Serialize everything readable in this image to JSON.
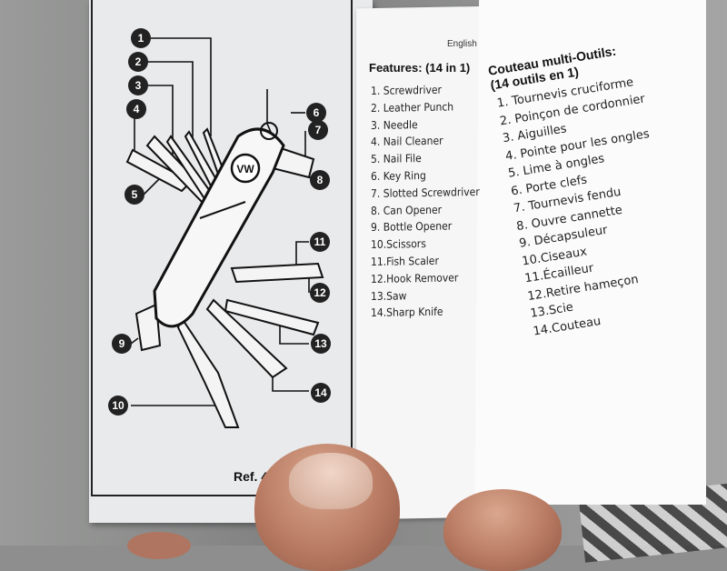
{
  "diagram": {
    "callouts": [
      "1",
      "2",
      "3",
      "4",
      "5",
      "6",
      "7",
      "8",
      "9",
      "10",
      "11",
      "12",
      "13",
      "14"
    ],
    "reference": "Ref. 40",
    "logo_text": "VW"
  },
  "english_column": {
    "language_label": "English",
    "title": "Features: (14 in 1)",
    "items": [
      "1. Screwdriver",
      "2. Leather Punch",
      "3. Needle",
      "4. Nail Cleaner",
      "5. Nail File",
      "6. Key Ring",
      "7. Slotted Screwdriver",
      "8. Can Opener",
      "9. Bottle Opener",
      "10.Scissors",
      "11.Fish Scaler",
      "12.Hook Remover",
      "13.Saw",
      "14.Sharp Knife"
    ]
  },
  "french_column": {
    "title_line1": "Couteau multi-Outils:",
    "title_line2": "(14 outils en 1)",
    "items": [
      "1. Tournevis cruciforme",
      "2. Poinçon de cordonnier",
      "3. Aiguilles",
      "4. Pointe pour les ongles",
      "5. Lime à ongles",
      "6. Porte clefs",
      "7. Tournevis fendu",
      "8. Ouvre cannette",
      "9. Décapsuleur",
      "10.Ciseaux",
      "11.Écailleur",
      "12.Retire hameçon",
      "13.Scie",
      "14.Couteau"
    ]
  }
}
